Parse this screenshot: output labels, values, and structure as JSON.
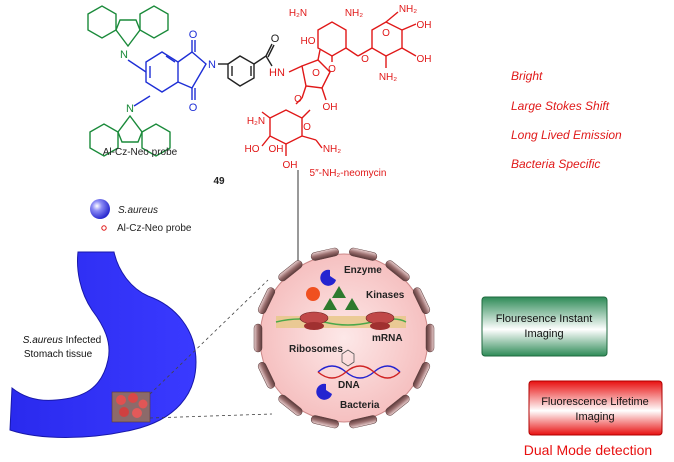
{
  "colors": {
    "carbazole": "#1a8a3a",
    "imide": "#1e2fd6",
    "neomycin": "#e01818",
    "bacteria_ball": "#3a3ae6",
    "cell_fill": "#f7c9c9",
    "green_box": "#2e8b57",
    "red_box": "#e81010",
    "dual_mode": "#e81010"
  },
  "molecule": {
    "probe_caption": "Al-Cz-Neo probe",
    "compound_number": "49",
    "neomycin_caption": "5″-NH₂-neomycin",
    "atoms": {
      "n_carb_1": "N",
      "n_carb_2": "N",
      "o_imide_top": "O",
      "o_imide_bottom": "O",
      "n_imide": "N",
      "o_amide": "O",
      "hn_link": "HN",
      "nh2_top_a": "H₂N",
      "nh2_top_b": "NH₂",
      "nh2_top_c": "NH₂",
      "ho_left": "HO",
      "o_ring1": "O",
      "o_ring3": "O",
      "o_bridge": "O",
      "oh_r3a": "OH",
      "oh_r3b": "OH",
      "nh2_r3": "NH₂",
      "o_ribose": "O",
      "oh_ribose": "OH",
      "o_bridge2": "O",
      "h2n_r4": "H₂N",
      "o_r4": "O",
      "nh2_r4": "NH₂",
      "ho_r4": "HO",
      "oh_r4a": "OH",
      "oh_r4b": "OH"
    }
  },
  "properties": [
    "Bright",
    "Large Stokes Shift",
    "Long Lived Emission",
    "Bacteria Specific"
  ],
  "legend": {
    "species": "S.aureus",
    "probe": "Al-Cz-Neo probe"
  },
  "stomach": {
    "label_italic": "S.aureus",
    "label_rest": " Infected",
    "label_line2": "Stomach tissue"
  },
  "cell_labels": {
    "enzyme": "Enzyme",
    "kinases": "Kinases",
    "mrna": "mRNA",
    "ribosomes": "Ribosomes",
    "dna": "DNA",
    "bacteria": "Bacteria"
  },
  "detection": {
    "instant_line1": "Flouresence Instant",
    "instant_line2": "Imaging",
    "lifetime_line1": "Fluorescence Lifetime",
    "lifetime_line2": "Imaging",
    "dual_mode": "Dual Mode detection"
  }
}
